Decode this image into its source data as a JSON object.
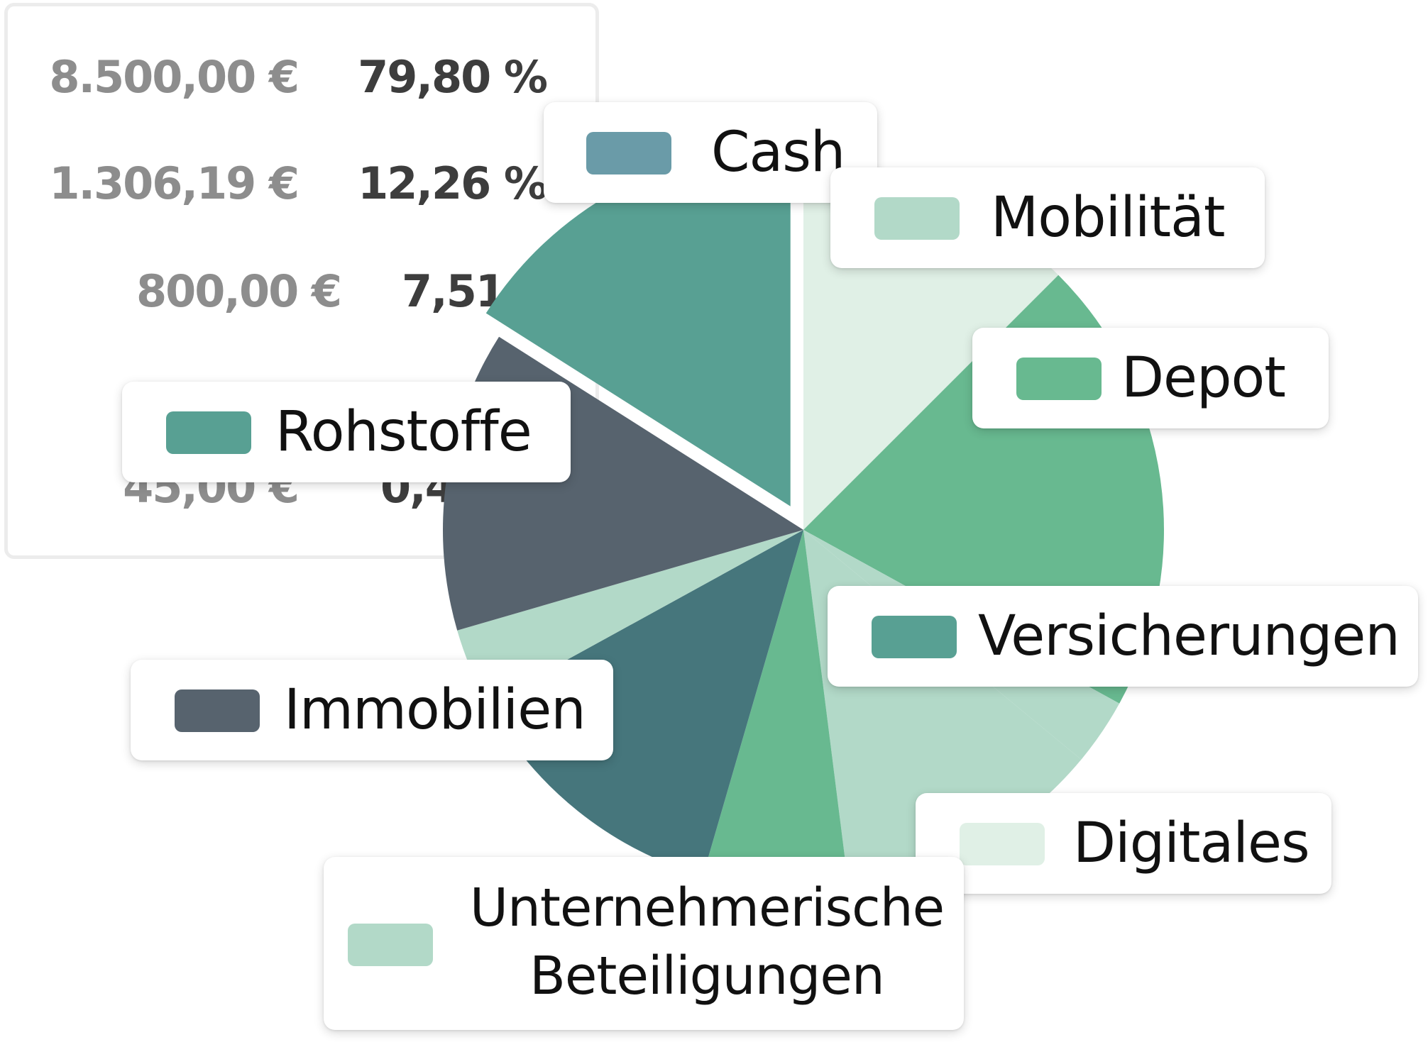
{
  "table": {
    "rows": [
      {
        "amount": "8.500,00 €",
        "percent": "79,80 %"
      },
      {
        "amount": "1.306,19 €",
        "percent": "12,26 %"
      },
      {
        "amount": "800,00 €",
        "percent": "7,51"
      },
      {
        "amount": "45,00 €",
        "percent": "0,4"
      }
    ]
  },
  "chart_data": {
    "type": "pie",
    "title": "",
    "slices": [
      {
        "label": "Mobilität",
        "value": 12.5,
        "color": "#e0f0e6"
      },
      {
        "label": "Depot",
        "value": 20.5,
        "color": "#68b990"
      },
      {
        "label": "Versicherungen",
        "value": 3.0,
        "color": "#b2d9c8"
      },
      {
        "label": "Versicherungen",
        "value": 12.0,
        "color": "#b2d9c8"
      },
      {
        "label": "Depot",
        "value": 6.5,
        "color": "#68b990"
      },
      {
        "label": "Cash",
        "value": 12.5,
        "color": "#46767c"
      },
      {
        "label": "Unternehmerische Beteiligungen",
        "value": 3.5,
        "color": "#b2d9c8"
      },
      {
        "label": "Immobilien",
        "value": 13.5,
        "color": "#57636e"
      },
      {
        "label": "Rohstoffe",
        "value": 16.0,
        "color": "#58a093"
      }
    ],
    "legend": [
      {
        "label": "Cash",
        "color": "#6a9ba8"
      },
      {
        "label": "Mobilität",
        "color": "#b2d9c8"
      },
      {
        "label": "Depot",
        "color": "#68b990"
      },
      {
        "label": "Rohstoffe",
        "color": "#58a093"
      },
      {
        "label": "Versicherungen",
        "color": "#58a093"
      },
      {
        "label": "Immobilien",
        "color": "#57636e"
      },
      {
        "label": "Digitales",
        "color": "#e0f0e6"
      },
      {
        "label": "Unternehmerische",
        "label_line2": "Beteiligungen",
        "color": "#b2d9c8"
      }
    ]
  }
}
